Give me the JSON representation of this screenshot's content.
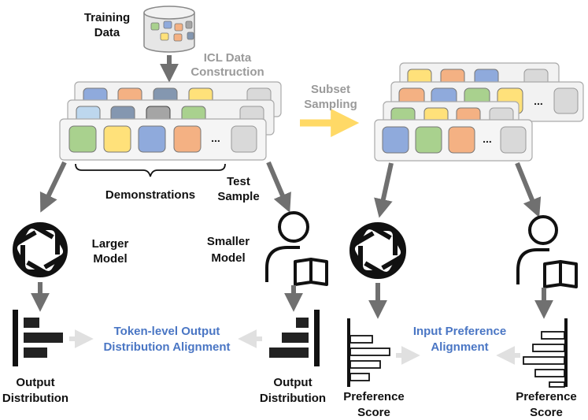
{
  "labels": {
    "training_data": [
      "Training",
      "Data"
    ],
    "icl_construction": [
      "ICL Data",
      "Construction"
    ],
    "subset_sampling": [
      "Subset",
      "Sampling"
    ],
    "demonstrations": "Demonstrations",
    "test_sample": [
      "Test",
      "Sample"
    ],
    "larger_model": [
      "Larger",
      "Model"
    ],
    "smaller_model": [
      "Smaller",
      "Model"
    ],
    "output_distribution_left": [
      "Output",
      "Distribution"
    ],
    "output_distribution_mid": [
      "Output",
      "Distribution"
    ],
    "token_alignment": [
      "Token-level Output",
      "Distribution Alignment"
    ],
    "input_alignment": [
      "Input Preference",
      "Alignment"
    ],
    "preference_score_left": [
      "Preference",
      "Score"
    ],
    "preference_score_right": [
      "Preference",
      "Score"
    ],
    "ellipsis": "..."
  },
  "colors": {
    "green": "#a9d18e",
    "yellow": "#ffe17a",
    "blue": "#8faadc",
    "orange": "#f4b183",
    "gray": "#d9d9d9",
    "dark_gray_blue": "#8497b0",
    "dark_gray": "#a5a5a5",
    "light_blue": "#bdd7ee",
    "arrow": "#707070",
    "sampling_arrow": "#ffd966",
    "text_blue": "#4a76c4",
    "text_grey": "#9a9a9a"
  }
}
